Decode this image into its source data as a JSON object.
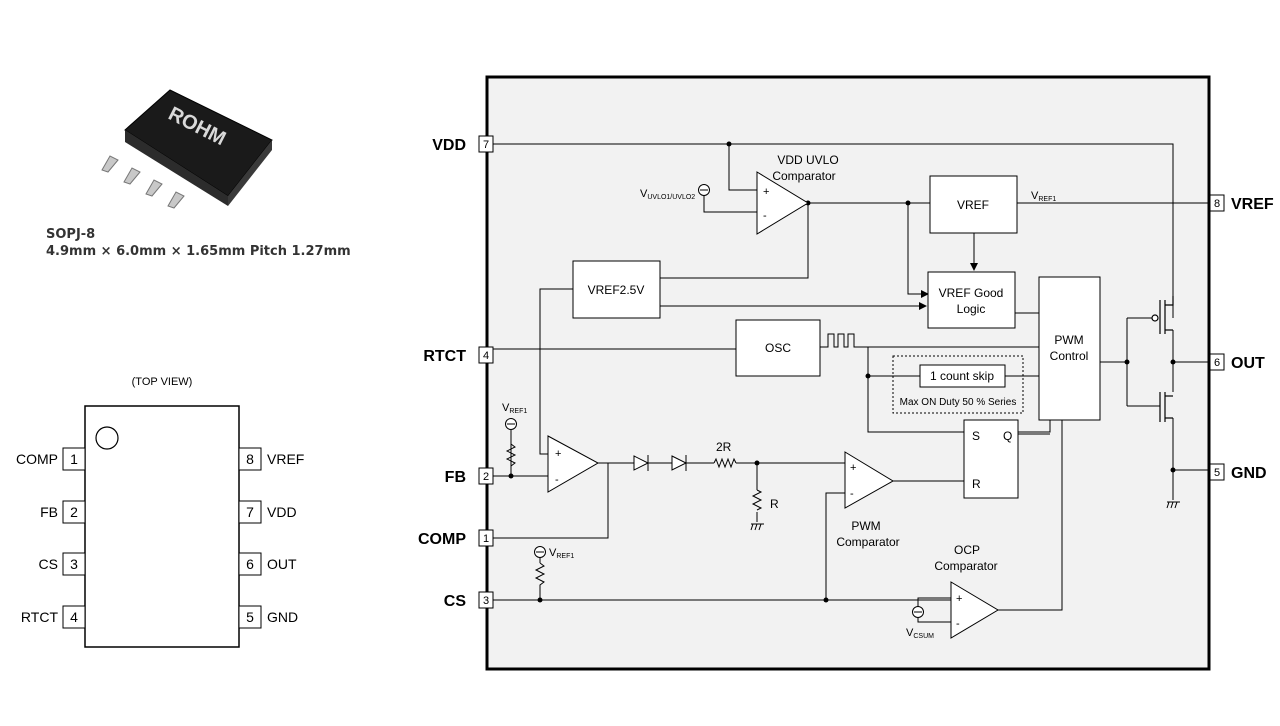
{
  "package": {
    "name": "SOPJ-8",
    "dims": "4.9mm × 6.0mm × 1.65mm Pitch 1.27mm",
    "logo": "ROHM"
  },
  "pinout": {
    "view_label": "(TOP VIEW)",
    "left_pins": [
      {
        "name": "COMP",
        "num": "1"
      },
      {
        "name": "FB",
        "num": "2"
      },
      {
        "name": "CS",
        "num": "3"
      },
      {
        "name": "RTCT",
        "num": "4"
      }
    ],
    "right_pins": [
      {
        "name": "VREF",
        "num": "8"
      },
      {
        "name": "VDD",
        "num": "7"
      },
      {
        "name": "OUT",
        "num": "6"
      },
      {
        "name": "GND",
        "num": "5"
      }
    ]
  },
  "block": {
    "external_pins": {
      "vdd": {
        "name": "VDD",
        "num": "7"
      },
      "rtct": {
        "name": "RTCT",
        "num": "4"
      },
      "fb": {
        "name": "FB",
        "num": "2"
      },
      "comp": {
        "name": "COMP",
        "num": "1"
      },
      "cs": {
        "name": "CS",
        "num": "3"
      },
      "vref": {
        "name": "VREF",
        "num": "8"
      },
      "out": {
        "name": "OUT",
        "num": "6"
      },
      "gnd": {
        "name": "GND",
        "num": "5"
      }
    },
    "blocks": {
      "vref": "VREF",
      "vref_good_1": "VREF Good",
      "vref_good_2": "Logic",
      "vref25": "VREF2.5V",
      "osc": "OSC",
      "pwm_ctrl_1": "PWM",
      "pwm_ctrl_2": "Control",
      "count_skip": "1 count skip",
      "max_on": "Max ON Duty 50 % Series",
      "sr_s": "S",
      "sr_q": "Q",
      "sr_r": "R"
    },
    "labels": {
      "uvlo_1": "VDD UVLO",
      "uvlo_2": "Comparator",
      "vuvlo_main": "V",
      "vuvlo_sub": "UVLO1/UVLO2",
      "vref1_main": "V",
      "vref1_sub": "REF1",
      "vref1_fb_main": "V",
      "vref1_fb_sub": "REF1",
      "vref1_cs_main": "V",
      "vref1_cs_sub": "REF1",
      "r2": "2R",
      "r1": "R",
      "pwm_comp_1": "PWM",
      "pwm_comp_2": "Comparator",
      "ocp_1": "OCP",
      "ocp_2": "Comparator",
      "vcsum_main": "V",
      "vcsum_sub": "CSUM"
    }
  }
}
